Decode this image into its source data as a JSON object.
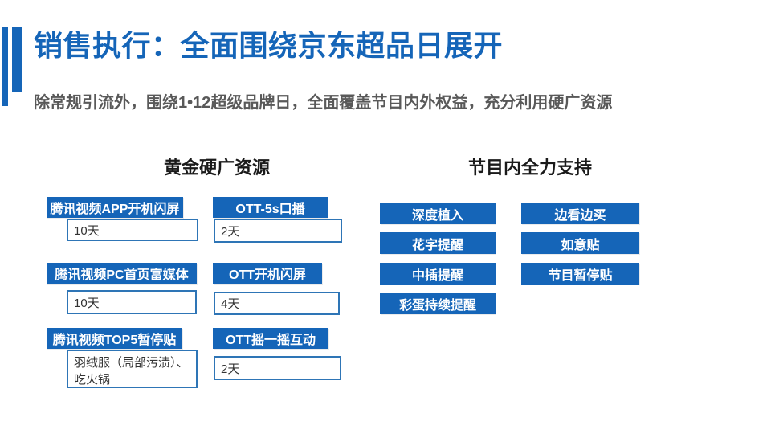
{
  "slide": {
    "title": "销售执行：全面围绕京东超品日展开",
    "subtitle": "除常规引流外，围绕1•12超级品牌日，全面覆盖节目内外权益，充分利用硬广资源"
  },
  "colors": {
    "accent_blue": "#1565B8",
    "box_border_blue": "#2E75B6",
    "subtitle_gray": "#595959",
    "header_black": "#1A1A1A",
    "value_text": "#333333",
    "background": "#FFFFFF"
  },
  "hard_ad": {
    "header": "黄金硬广资源",
    "col1": [
      {
        "label": "腾讯视频APP开机闪屏",
        "value": "10天"
      },
      {
        "label": "腾讯视频PC首页富媒体",
        "value": "10天"
      },
      {
        "label": "腾讯视频TOP5暂停贴",
        "value": "羽绒服（局部污渍）、吃火锅"
      }
    ],
    "col2": [
      {
        "label": "OTT-5s口播",
        "value": "2天"
      },
      {
        "label": "OTT开机闪屏",
        "value": "4天"
      },
      {
        "label": "OTT摇一摇互动",
        "value": "2天"
      }
    ]
  },
  "in_show": {
    "header": "节目内全力支持",
    "col1": [
      "深度植入",
      "花字提醒",
      "中插提醒",
      "彩蛋持续提醒"
    ],
    "col2": [
      "边看边买",
      "如意贴",
      "节目暂停贴"
    ]
  }
}
